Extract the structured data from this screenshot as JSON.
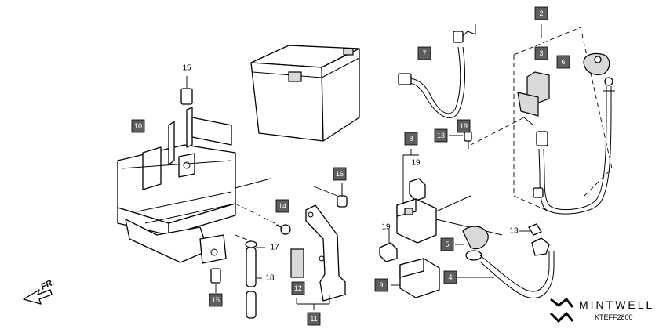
{
  "boxed_callouts": [
    {
      "label": "2"
    },
    {
      "label": "3"
    },
    {
      "label": "6"
    },
    {
      "label": "7"
    },
    {
      "label": "8"
    },
    {
      "label": "13"
    },
    {
      "label": "19"
    },
    {
      "label": "10"
    },
    {
      "label": "14"
    },
    {
      "label": "16"
    },
    {
      "label": "12"
    },
    {
      "label": "11"
    },
    {
      "label": "15"
    },
    {
      "label": "5"
    },
    {
      "label": "4"
    },
    {
      "label": "9"
    }
  ],
  "plain_callouts": [
    {
      "label": "15"
    },
    {
      "label": "19"
    },
    {
      "label": "19"
    },
    {
      "label": "17"
    },
    {
      "label": "18"
    },
    {
      "label": "13"
    }
  ],
  "direction_label": "FR.",
  "brand": "MINTWELL",
  "diagram_code": "KTEFF2800",
  "colors": {
    "box_fill": "#5e5e5e",
    "line": "#000000",
    "background": "#ffffff"
  }
}
